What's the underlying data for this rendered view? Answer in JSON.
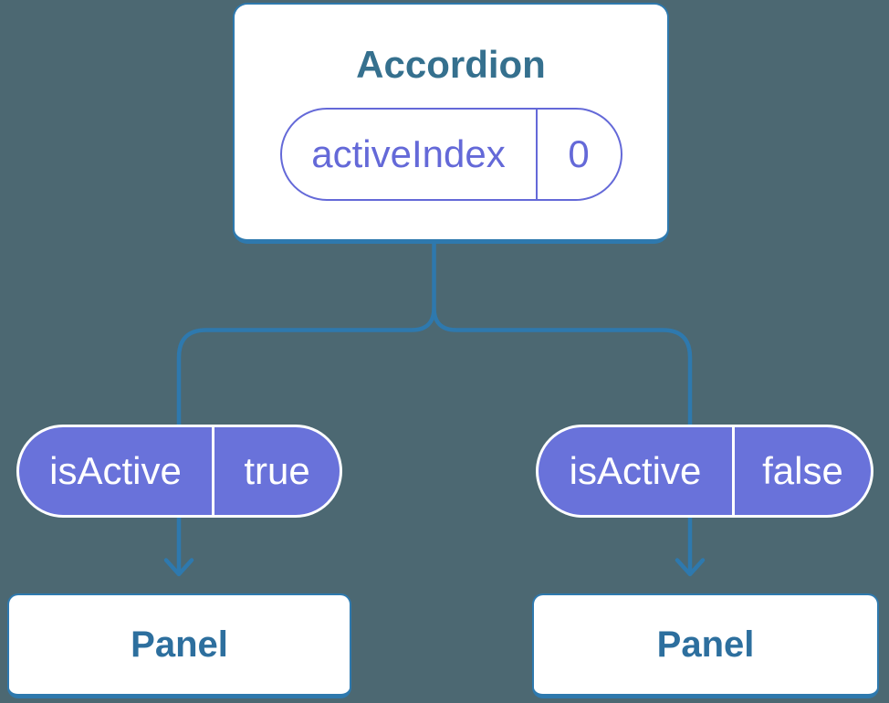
{
  "colors": {
    "background": "#4C6872",
    "connector_blue": "#2E79AE",
    "accordion_title_blue": "#35708E",
    "panel_text_blue": "#2D6F9E",
    "pill_fill_purple": "#6972DA",
    "pill_outline_purple": "#6469D8",
    "pill_text_on_fill": "#FFFFFF",
    "node_fill": "#FFFFFF"
  },
  "icons": {
    "arrow_down": "arrow-down-icon"
  },
  "root_node": {
    "title": "Accordion",
    "state_pill": {
      "label": "activeIndex",
      "value": "0"
    }
  },
  "branches": [
    {
      "prop_pill": {
        "label": "isActive",
        "value": "true"
      },
      "child": {
        "title": "Panel"
      }
    },
    {
      "prop_pill": {
        "label": "isActive",
        "value": "false"
      },
      "child": {
        "title": "Panel"
      }
    }
  ]
}
